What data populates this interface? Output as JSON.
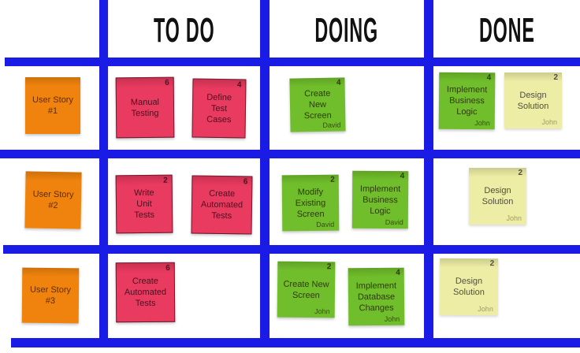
{
  "board": {
    "columns": [
      {
        "id": "todo",
        "label": "TO DO"
      },
      {
        "id": "doing",
        "label": "DOING"
      },
      {
        "id": "done",
        "label": "DONE"
      }
    ],
    "colors": {
      "grid_blue": "#1b1be6",
      "story_orange": "#f0830d",
      "todo_pink": "#e93a5f",
      "task_green": "#70be2b",
      "done_yellow": "#ededa5"
    }
  },
  "notes": [
    {
      "title": "User Story #1",
      "color": "orange",
      "column": "stories",
      "row": 1
    },
    {
      "title": "Manual Testing",
      "points": "6",
      "color": "pink",
      "column": "todo",
      "row": 1
    },
    {
      "title": "Define Test Cases",
      "points": "4",
      "color": "pink",
      "column": "todo",
      "row": 1
    },
    {
      "title": "Create New Screen",
      "points": "4",
      "assignee": "David",
      "color": "green",
      "column": "doing",
      "row": 1
    },
    {
      "title": "Implement Business Logic",
      "points": "4",
      "assignee": "John",
      "color": "green",
      "column": "done",
      "row": 1
    },
    {
      "title": "Design Solution",
      "points": "2",
      "assignee": "John",
      "color": "yellow",
      "column": "done",
      "row": 1
    },
    {
      "title": "User Story #2",
      "color": "orange",
      "column": "stories",
      "row": 2
    },
    {
      "title": "Write Unit Tests",
      "points": "2",
      "color": "pink",
      "column": "todo",
      "row": 2
    },
    {
      "title": "Create Automated Tests",
      "points": "6",
      "color": "pink",
      "column": "todo",
      "row": 2
    },
    {
      "title": "Modify Existing Screen",
      "points": "2",
      "assignee": "David",
      "color": "green",
      "column": "doing",
      "row": 2
    },
    {
      "title": "Implement Business Logic",
      "points": "4",
      "assignee": "David",
      "color": "green",
      "column": "doing",
      "row": 2
    },
    {
      "title": "Design Solution",
      "points": "2",
      "assignee": "John",
      "color": "yellow",
      "column": "done",
      "row": 2
    },
    {
      "title": "User Story #3",
      "color": "orange",
      "column": "stories",
      "row": 3
    },
    {
      "title": "Create Automated Tests",
      "points": "6",
      "color": "pink",
      "column": "todo",
      "row": 3
    },
    {
      "title": "Create New Screen",
      "points": "2",
      "assignee": "John",
      "color": "green",
      "column": "doing",
      "row": 3
    },
    {
      "title": "Implement Database Changes",
      "points": "4",
      "assignee": "John",
      "color": "green",
      "column": "doing",
      "row": 3
    },
    {
      "title": "Design Solution",
      "points": "2",
      "assignee": "John",
      "color": "yellow",
      "column": "done",
      "row": 3
    }
  ]
}
